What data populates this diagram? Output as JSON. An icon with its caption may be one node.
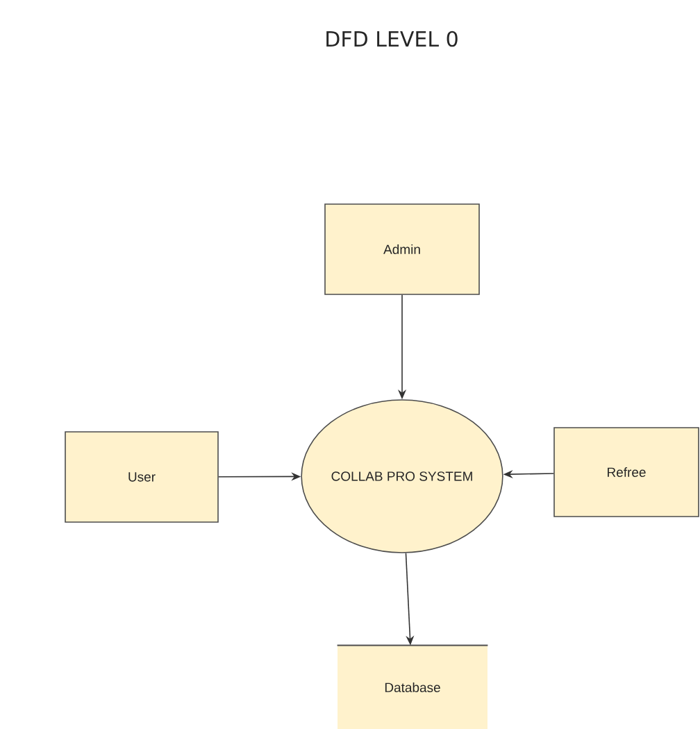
{
  "diagram": {
    "title": "DFD LEVEL 0",
    "nodes": [
      {
        "text": [
          "Admin"
        ]
      },
      {
        "text": [
          "User"
        ]
      },
      {
        "text": [
          "COLLAB PRO SYSTEM"
        ]
      },
      {
        "text": [
          "Refree"
        ]
      },
      {
        "text": [
          "Database"
        ]
      }
    ],
    "edges": [
      {
        "from": 0,
        "to": 2,
        "arrow": "to"
      },
      {
        "from": 1,
        "to": 2,
        "arrow": "to"
      },
      {
        "from": 3,
        "to": 2,
        "arrow": "to"
      },
      {
        "from": 2,
        "to": 4,
        "arrow": "to"
      }
    ]
  }
}
